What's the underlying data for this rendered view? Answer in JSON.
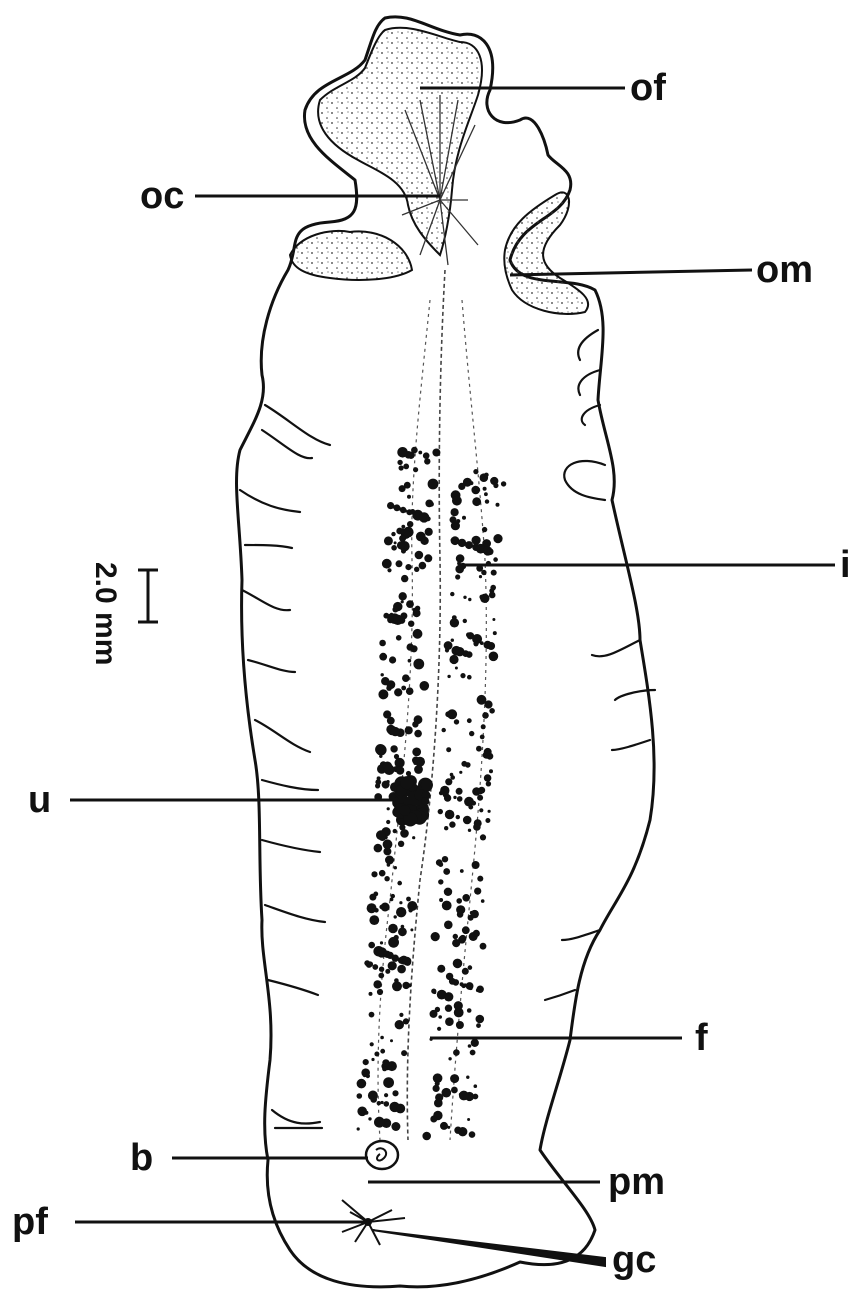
{
  "figure": {
    "labels": {
      "of": "of",
      "oc": "oc",
      "om": "om",
      "i": "i",
      "u": "u",
      "f": "f",
      "b": "b",
      "pm": "pm",
      "pf": "pf",
      "gc": "gc"
    },
    "scale_bar": {
      "text": "2.0 mm"
    }
  }
}
